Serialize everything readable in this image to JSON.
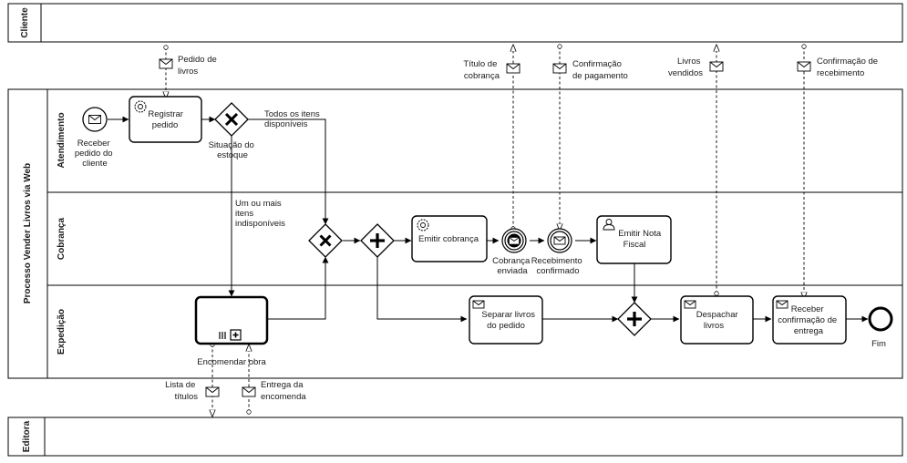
{
  "pools": {
    "cliente": "Cliente",
    "editora": "Editora",
    "main": "Processo Vender Livros via Web"
  },
  "lanes": {
    "atendimento": "Atendimento",
    "cobranca": "Cobrança",
    "expedicao": "Expedição"
  },
  "events": {
    "receber_pedido": [
      "Receber",
      "pedido do",
      "cliente"
    ],
    "cobranca_enviada": [
      "Cobrança",
      "enviada"
    ],
    "recebimento_confirmado": [
      "Recebimento",
      "confirmado"
    ],
    "fim": "Fim"
  },
  "tasks": {
    "registrar_pedido": [
      "Registrar",
      "pedido"
    ],
    "emitir_cobranca": [
      "Emitir cobrança"
    ],
    "emitir_nota_fiscal": [
      "Emitir Nota",
      "Fiscal"
    ],
    "separar_livros": [
      "Separar livros",
      "do pedido"
    ],
    "despachar_livros": [
      "Despachar",
      "livros"
    ],
    "receber_confirmacao": [
      "Receber",
      "confirmação de",
      "entrega"
    ],
    "encomendar_obra": "Encomendar obra"
  },
  "gateways": {
    "situacao_estoque": [
      "Situação do",
      "estoque"
    ]
  },
  "flow_labels": {
    "todos_disponiveis": [
      "Todos os itens",
      "disponíveis"
    ],
    "um_ou_mais_indisponiveis": [
      "Um ou mais",
      "itens",
      "indisponíveis"
    ]
  },
  "messages": {
    "pedido_livros": [
      "Pedido de",
      "livros"
    ],
    "titulo_cobranca": [
      "Título de",
      "cobrança"
    ],
    "confirmacao_pagamento": [
      "Confirmação",
      "de pagamento"
    ],
    "livros_vendidos": [
      "Livros",
      "vendidos"
    ],
    "confirmacao_recebimento": [
      "Confirmação de",
      "recebimento"
    ],
    "lista_titulos": [
      "Lista de",
      "títulos"
    ],
    "entrega_encomenda": [
      "Entrega da",
      "encomenda"
    ]
  }
}
